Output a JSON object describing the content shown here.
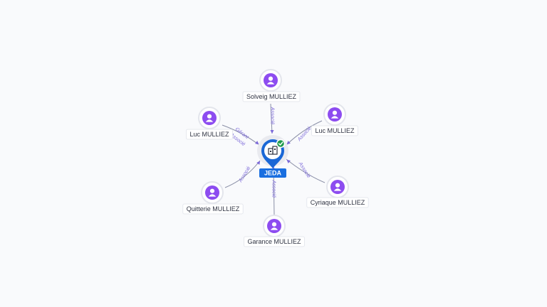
{
  "company": {
    "name": "JEDA",
    "icon": "building-icon",
    "status_icon": "check-badge-icon",
    "colors": {
      "pin": "#1967d6",
      "label_bg": "#1a6fe0",
      "badge": "#1f9a4c"
    }
  },
  "persons": [
    {
      "id": "solveig",
      "name": "Solveig MULLIEZ",
      "relations": [
        "Associé"
      ],
      "icon": "person-icon"
    },
    {
      "id": "luc-left",
      "name": "Luc MULLIEZ",
      "relations": [
        "Gérant",
        "Associé"
      ],
      "icon": "person-icon"
    },
    {
      "id": "luc-right",
      "name": "Luc MULLIEZ",
      "relations": [
        "Associé"
      ],
      "icon": "person-icon"
    },
    {
      "id": "quitterie",
      "name": "Quitterie MULLIEZ",
      "relations": [
        "Associé"
      ],
      "icon": "person-icon"
    },
    {
      "id": "cyriaque",
      "name": "Cyriaque MULLIEZ",
      "relations": [
        "Associé"
      ],
      "icon": "person-icon"
    },
    {
      "id": "garance",
      "name": "Garance MULLIEZ",
      "relations": [
        "Associé"
      ],
      "icon": "person-icon"
    }
  ],
  "colors": {
    "person": "#8d4cf0",
    "edge_label": "#7b68d9",
    "edge": "#8a8fa6",
    "background": "#f9fafc"
  }
}
